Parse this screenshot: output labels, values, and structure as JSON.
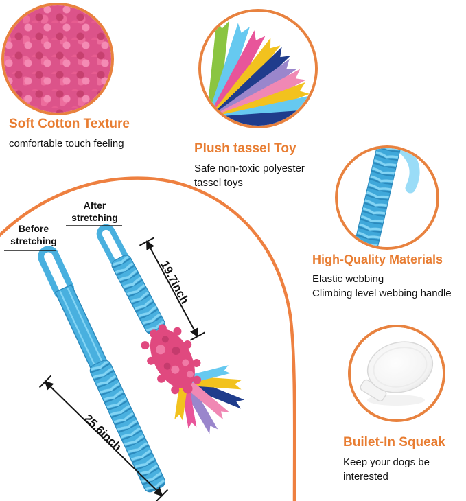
{
  "colors": {
    "accent_orange": "#E87D32",
    "ring_orange": "#E8823F",
    "arc_orange": "#EE8040",
    "toy_blue": "#49B0DF",
    "chenille_pink": "#E0497F"
  },
  "callouts": [
    {
      "photo": "pink-chenille-texture",
      "heading": "Soft Cotton Texture",
      "lines": [
        "comfortable touch feeling"
      ]
    },
    {
      "photo": "colorful-fleece-tassels",
      "heading": "Plush tassel Toy",
      "lines": [
        "Safe non-toxic polyester",
        "tassel toys"
      ]
    },
    {
      "photo": "blue-elastic-bungee-webbing",
      "heading": "High-Quality Materials",
      "lines": [
        "Elastic webbing",
        "Climbing level webbing handle"
      ]
    },
    {
      "photo": "white-squeaker",
      "heading": "Builet-In Squeak",
      "lines": [
        "Keep your dogs be",
        "interested"
      ]
    }
  ],
  "annotations": {
    "before_label_lines": [
      "Before",
      "stretching"
    ],
    "after_label_lines": [
      "After",
      "stretching"
    ],
    "length_total": "25.6inch",
    "length_stretch": "19.7inch"
  }
}
